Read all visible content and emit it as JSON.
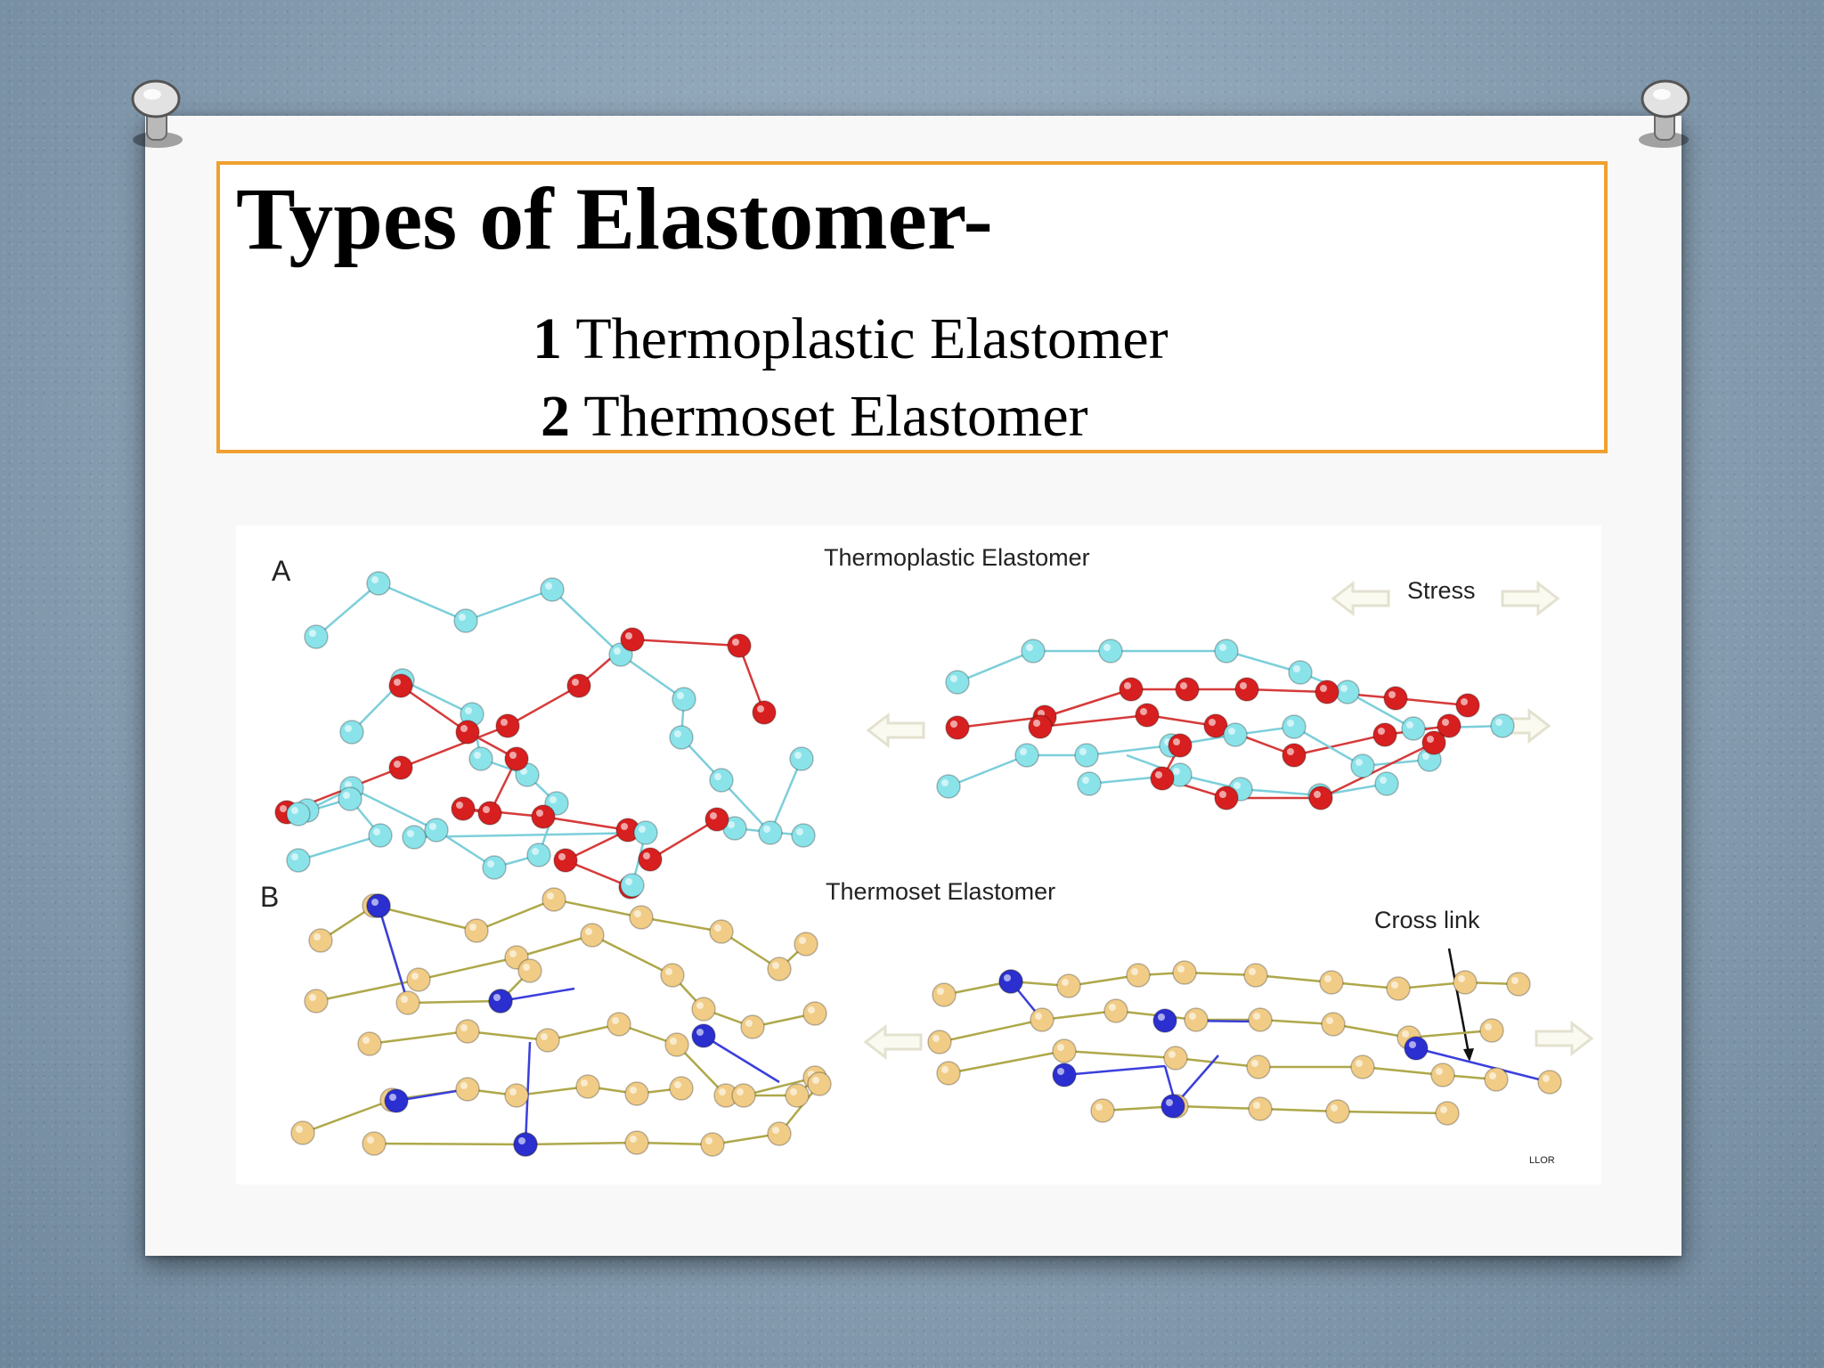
{
  "slide": {
    "title": "Types of Elastomer-",
    "items": [
      {
        "number": "1",
        "label": "Thermoplastic Elastomer"
      },
      {
        "number": "2",
        "label": "Thermoset Elastomer"
      }
    ]
  },
  "figure": {
    "panel_a": {
      "letter": "A",
      "title": "Thermoplastic Elastomer",
      "stress_label": "Stress"
    },
    "panel_b": {
      "letter": "B",
      "title": "Thermoset Elastomer",
      "crosslink_label": "Cross link"
    },
    "watermark": "LLOR",
    "colors": {
      "chain_cyan": "#8be3ea",
      "chain_red": "#d81f1f",
      "chain_gold": "#f1cc86",
      "crosslink_blue": "#2b2fd0",
      "accent_border": "#f0a030"
    }
  }
}
